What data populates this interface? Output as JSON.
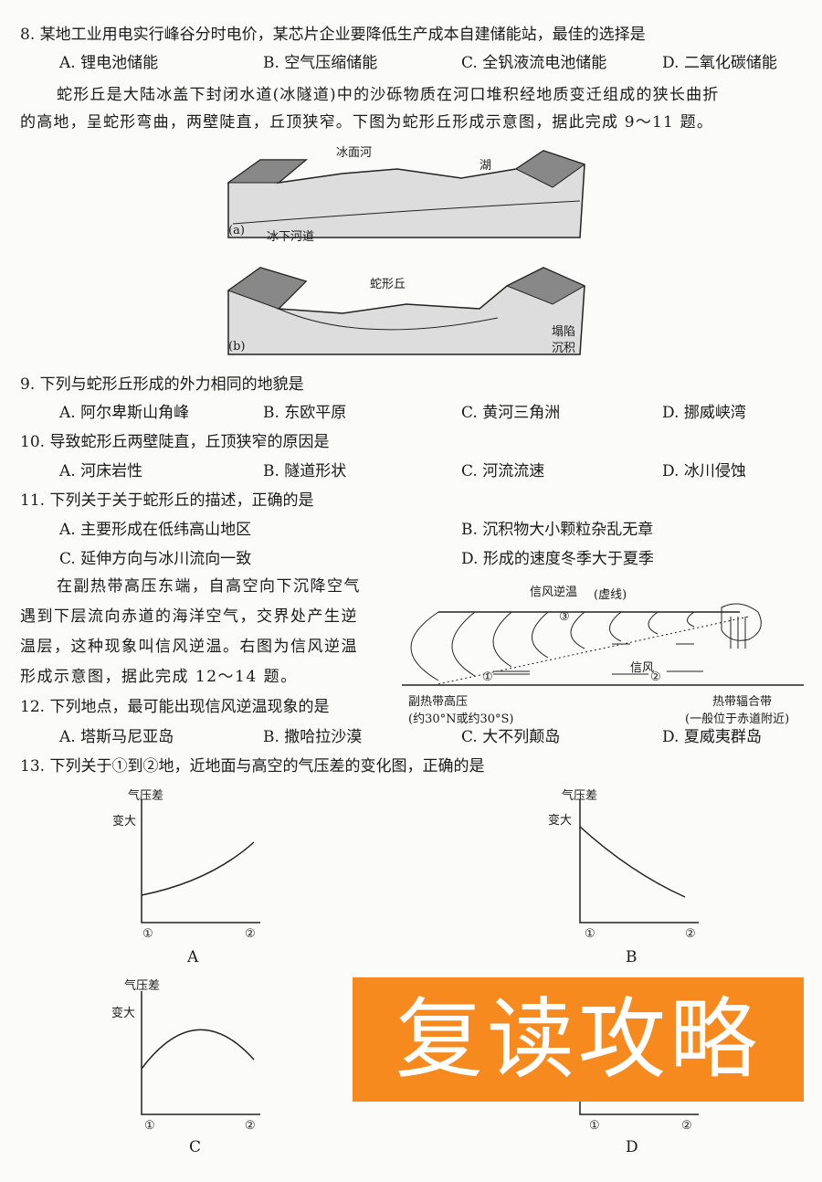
{
  "q8": {
    "stem": "8. 某地工业用电实行峰谷分时电价，某芯片企业要降低生产成本自建储能站，最佳的选择是",
    "options": [
      "A. 锂电池储能",
      "B. 空气压缩储能",
      "C. 全钒液流电池储能",
      "D. 二氧化碳储能"
    ]
  },
  "passage1": [
    "蛇形丘是大陆冰盖下封闭水道(冰隧道)中的沙砾物质在河口堆积经地质变迁组成的狭长曲折",
    "的高地，呈蛇形弯曲，两壁陡直，丘顶狭窄。下图为蛇形丘形成示意图，据此完成 9～11 题。"
  ],
  "figure1": {
    "a": {
      "label": "(a)",
      "labels": [
        "冰面河",
        "湖",
        "冰下河道"
      ]
    },
    "b": {
      "label": "(b)",
      "labels": [
        "蛇形丘",
        "塌陷",
        "沉积"
      ]
    }
  },
  "q9": {
    "stem": "9. 下列与蛇形丘形成的外力相同的地貌是",
    "options": [
      "A. 阿尔卑斯山角峰",
      "B. 东欧平原",
      "C. 黄河三角洲",
      "D. 挪威峡湾"
    ]
  },
  "q10": {
    "stem": "10. 导致蛇形丘两壁陡直，丘顶狭窄的原因是",
    "options": [
      "A. 河床岩性",
      "B. 隧道形状",
      "C. 河流流速",
      "D. 冰川侵蚀"
    ]
  },
  "q11": {
    "stem": "11. 下列关于关于蛇形丘的描述，正确的是",
    "options": [
      "A. 主要形成在低纬高山地区",
      "B. 沉积物大小颗粒杂乱无章",
      "C. 延伸方向与冰川流向一致",
      "D. 形成的速度冬季大于夏季"
    ]
  },
  "passage2": [
    "在副热带高压东端，自高空向下沉降空气",
    "遇到下层流向赤道的海洋空气，交界处产生逆",
    "温层，这种现象叫信风逆温。右图为信风逆温",
    "形成示意图，据此完成 12～14 题。"
  ],
  "figure2": {
    "labels": {
      "inversion": "信风逆温",
      "dashed": "(虚线)",
      "p3": "③",
      "p1": "①",
      "p2": "②",
      "trade": "信风",
      "left1": "副热带高压",
      "left2": "(约30°N或约30°S)",
      "right1": "热带辐合带",
      "right2": "(一般位于赤道附近)"
    }
  },
  "q12": {
    "stem": "12. 下列地点，最可能出现信风逆温现象的是",
    "options": [
      "A. 塔斯马尼亚岛",
      "B. 撒哈拉沙漠",
      "C. 大不列颠岛",
      "D. 夏威夷群岛"
    ]
  },
  "q13": {
    "stem": "13. 下列关于①到②地，近地面与高空的气压差的变化图，正确的是"
  },
  "graphs": [
    {
      "id": "A",
      "ylabel": "气压差",
      "tick": "变大",
      "x1": "①",
      "x2": "②",
      "trend": "increasing"
    },
    {
      "id": "B",
      "ylabel": "气压差",
      "tick": "变大",
      "x1": "①",
      "x2": "②",
      "trend": "decreasing"
    },
    {
      "id": "C",
      "ylabel": "气压差",
      "tick": "变大",
      "x1": "①",
      "x2": "②",
      "trend": "rise-then-fall"
    },
    {
      "id": "D",
      "ylabel": "",
      "tick": "",
      "x1": "①",
      "x2": "②",
      "trend": "obscured"
    }
  ],
  "watermark": {
    "text": "复读攻略",
    "color": "#f68a1e"
  }
}
